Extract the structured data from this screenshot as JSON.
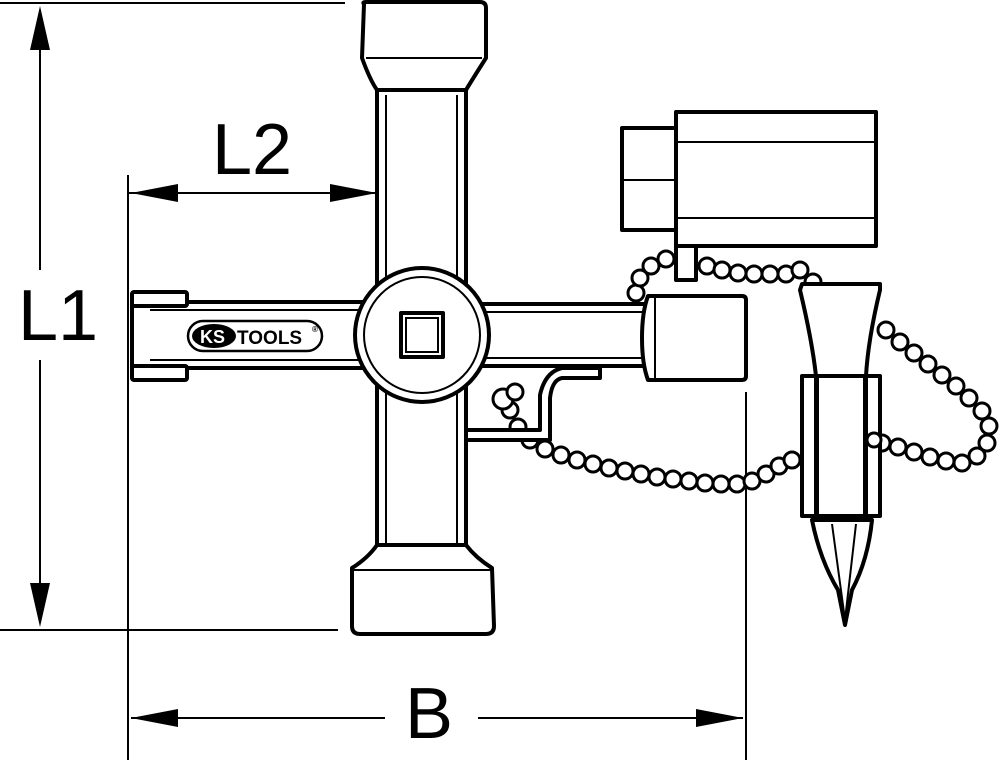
{
  "dimensions": {
    "l1": "L1",
    "l2": "L2",
    "b": "B"
  },
  "logo": {
    "ks": "KS",
    "tools": "TOOLS",
    "registered": "®"
  },
  "colors": {
    "line": "#000000",
    "background": "#ffffff"
  }
}
